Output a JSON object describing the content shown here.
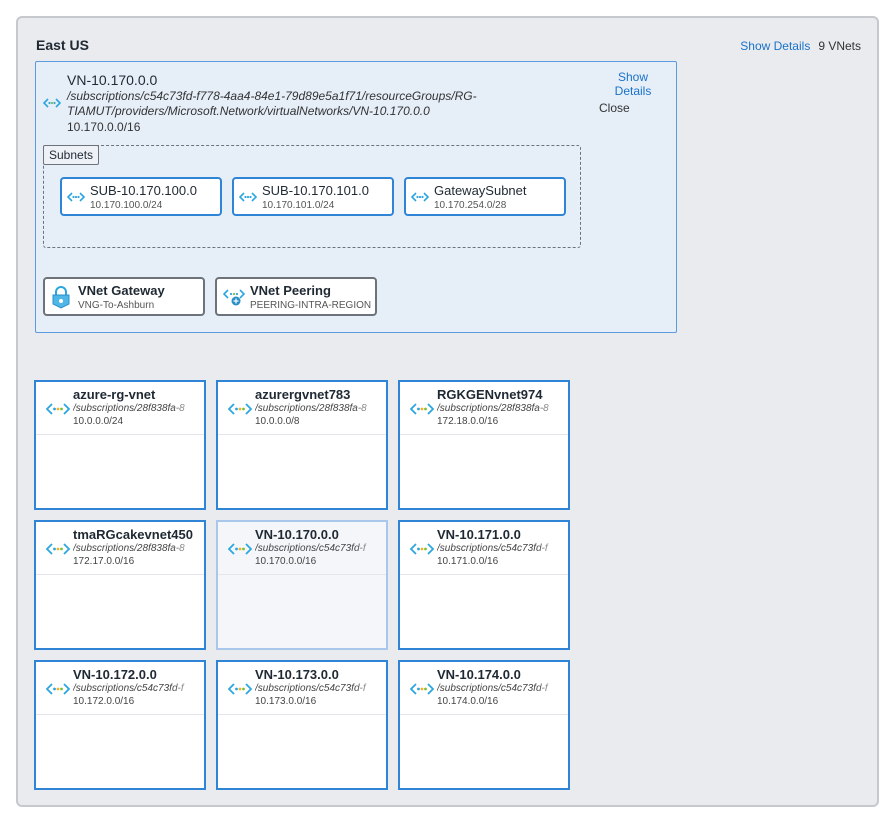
{
  "region": {
    "title": "East US",
    "show_details_label": "Show Details",
    "vnet_count": "9 VNets"
  },
  "detail": {
    "name": "VN-10.170.0.0",
    "path": "/subscriptions/c54c73fd-f778-4aa4-84e1-79d89e5a1f71/resourceGroups/RG-TIAMUT/providers/Microsoft.Network/virtualNetworks/VN-10.170.0.0",
    "cidr": "10.170.0.0/16",
    "show_details_label": "Show Details",
    "close_label": "Close",
    "subnets_label": "Subnets",
    "subnets": [
      {
        "name": "SUB-10.170.100.0",
        "cidr": "10.170.100.0/24"
      },
      {
        "name": "SUB-10.170.101.0",
        "cidr": "10.170.101.0/24"
      },
      {
        "name": "GatewaySubnet",
        "cidr": "10.170.254.0/28"
      }
    ],
    "gateway": {
      "title": "VNet Gateway",
      "subtitle": "VNG-To-Ashburn",
      "icon": "lock-gateway-icon"
    },
    "peering": {
      "title": "VNet Peering",
      "subtitle": "PEERING-INTRA-REGION",
      "icon": "peering-icon"
    }
  },
  "vnets": [
    {
      "name": "azure-rg-vnet",
      "path": "/subscriptions/28f838fa-8",
      "cidr": "10.0.0.0/24"
    },
    {
      "name": "azurergvnet783",
      "path": "/subscriptions/28f838fa-8",
      "cidr": "10.0.0.0/8"
    },
    {
      "name": "RGKGENvnet974",
      "path": "/subscriptions/28f838fa-8",
      "cidr": "172.18.0.0/16"
    },
    {
      "name": "tmaRGcakevnet450",
      "path": "/subscriptions/28f838fa-8",
      "cidr": "172.17.0.0/16"
    },
    {
      "name": "VN-10.170.0.0",
      "path": "/subscriptions/c54c73fd-f",
      "cidr": "10.170.0.0/16"
    },
    {
      "name": "VN-10.171.0.0",
      "path": "/subscriptions/c54c73fd-f",
      "cidr": "10.171.0.0/16"
    },
    {
      "name": "VN-10.172.0.0",
      "path": "/subscriptions/c54c73fd-f",
      "cidr": "10.172.0.0/16"
    },
    {
      "name": "VN-10.173.0.0",
      "path": "/subscriptions/c54c73fd-f",
      "cidr": "10.173.0.0/16"
    },
    {
      "name": "VN-10.174.0.0",
      "path": "/subscriptions/c54c73fd-f",
      "cidr": "10.174.0.0/16"
    }
  ],
  "colors": {
    "accent": "#1a73c9",
    "vnet_border": "#2f84d6",
    "selected_border": "#a8c7ea",
    "icon_arrow": "#2aa6e0",
    "icon_dot_green": "#7ac143",
    "icon_dot_yellow": "#f0b323"
  }
}
